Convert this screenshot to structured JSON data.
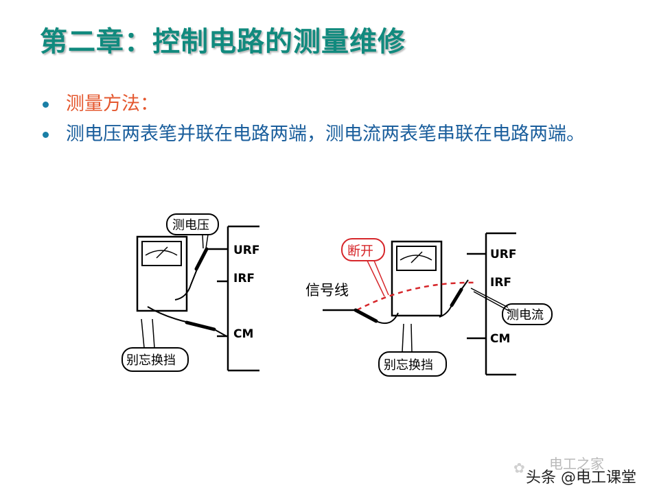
{
  "title": "第二章：控制电路的测量维修",
  "bullets": [
    {
      "text": "测量方法：",
      "color": "#e4572e"
    },
    {
      "text": "测电压两表笔并联在电路两端，测电流两表笔串联在电路两端。",
      "color": "#1a5e9c"
    }
  ],
  "left_diagram": {
    "callout_top": "测电压",
    "callout_bottom": "别忘换挡",
    "terminals": [
      "URF",
      "IRF",
      "CM"
    ]
  },
  "right_diagram": {
    "callout_break": "断开",
    "signal_label": "信号线",
    "callout_current": "测电流",
    "callout_bottom": "别忘换挡",
    "terminals": [
      "URF",
      "IRF",
      "CM"
    ]
  },
  "footer": {
    "watermark_faint": "电工之家",
    "watermark": "头条 @电工课堂"
  },
  "colors": {
    "title": "#118a7e",
    "red_label": "#e0262a",
    "lines": "#000000"
  }
}
